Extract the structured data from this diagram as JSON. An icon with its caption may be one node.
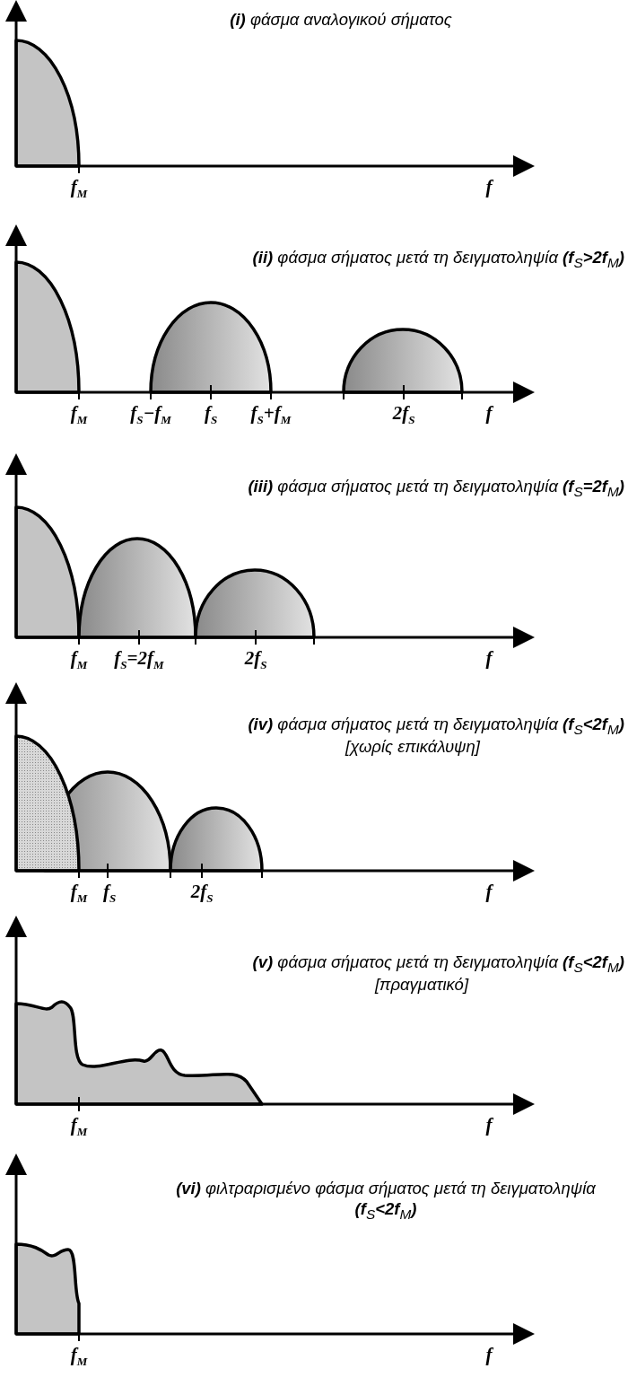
{
  "diagram": {
    "labels": [
      "**(i)** φάσμα αναλογικού σήματος",
      "f$_{M}$",
      "f",
      "**(ii)** φάσμα σήματος μετά τη δειγματοληψία **(f**$_{S}$**>2f**$_{M}$**)**",
      "f$_{M}$",
      "f$_{S}$−f$_{M}$",
      "f$_{S}$",
      "f$_{S}$+f$_{M}$",
      "2f$_{S}$",
      "f",
      "**(iii)** φάσμα σήματος μετά τη δειγματοληψία **(f**$_{S}$**=2f**$_{M}$**)**",
      "f$_{M}$",
      "f$_{S}$=2f$_{M}$",
      "2f$_{S}$",
      "f",
      "**(iv)** φάσμα σήματος μετά τη δειγματοληψία **(f**$_{S}$**<2f**$_{M}$**)**",
      "[χωρίς επικάλυψη]",
      "f$_{M}$",
      "f$_{S}$",
      "2f$_{S}$",
      "f",
      "**(v)** φάσμα σήματος μετά τη δειγματοληψία **(f**$_{S}$**<2f**$_{M}$**)**",
      "[πραγματικό]",
      "f$_{M}$",
      "f",
      "**(vi)** φιλτραρισμένο φάσμα σήματος μετά τη δειγματοληψία **(f**$_{S}$**<2f**$_{M}$**)**",
      "f$_{M}$",
      "f"
    ]
  }
}
